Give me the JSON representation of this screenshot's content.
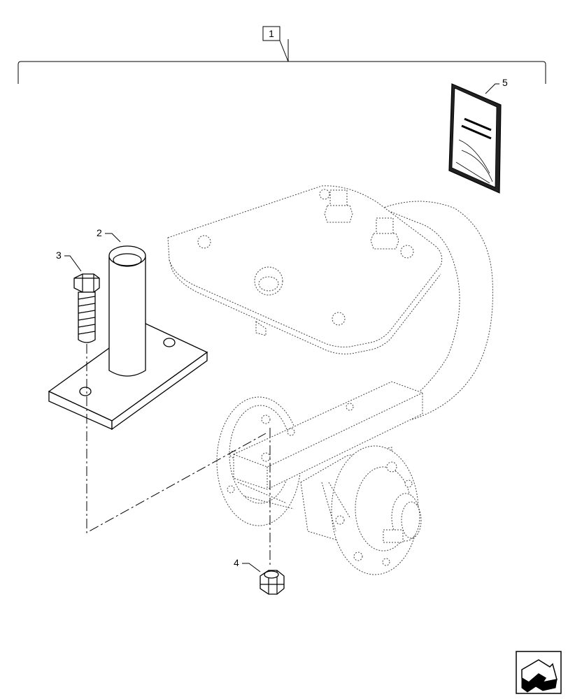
{
  "callouts": {
    "item1": "1",
    "item2": "2",
    "item3": "3",
    "item4": "4",
    "item5": "5"
  },
  "icons": {
    "nav": "next-page-arrow-icon"
  }
}
